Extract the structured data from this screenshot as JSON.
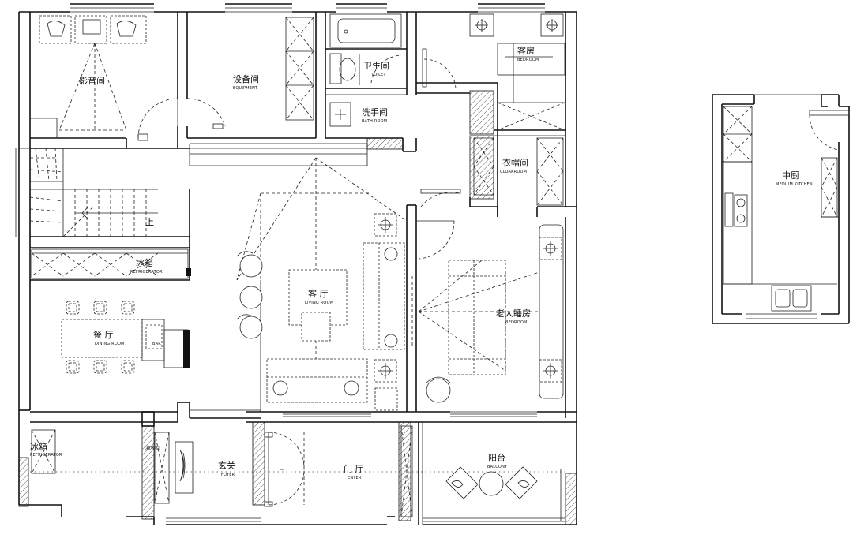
{
  "rooms": {
    "theater": {
      "cn": "影音间",
      "en": ""
    },
    "equipment": {
      "cn": "设备间",
      "en": "EQUIPMENT"
    },
    "toilet": {
      "cn": "卫生间",
      "en": "TOILET"
    },
    "bathroom": {
      "cn": "洗手间",
      "en": "BATH ROOM"
    },
    "guest_bedroom": {
      "cn": "客房",
      "en": "BEDROOM"
    },
    "cloakroom": {
      "cn": "衣帽间",
      "en": "CLOAKROOM"
    },
    "refrigerator_top": {
      "cn": "冰箱",
      "en": "REFRIGERATOR"
    },
    "stairs_up": {
      "cn": "上",
      "en": ""
    },
    "living_room": {
      "cn": "客  厅",
      "en": "LIVING ROOM"
    },
    "elder_bedroom": {
      "cn": "老人睡房",
      "en": "BEDROOM"
    },
    "dining_room": {
      "cn": "餐  厅",
      "en": "DINING ROOM"
    },
    "bar": {
      "cn": "",
      "en": "BAR"
    },
    "refrigerator_bottom": {
      "cn": "冰箱",
      "en": "REFRIGERATOR"
    },
    "wine_cabinet": {
      "cn": "酒水柜",
      "en": ""
    },
    "foyer": {
      "cn": "玄关",
      "en": "FOYER"
    },
    "enter": {
      "cn": "门  厅",
      "en": "ENTER"
    },
    "balcony": {
      "cn": "阳台",
      "en": "BALCONY"
    },
    "medium_kitchen": {
      "cn": "中厨",
      "en": "MEDIUM KITCHEN"
    }
  },
  "colors": {
    "line": "#111111",
    "background": "#ffffff"
  }
}
